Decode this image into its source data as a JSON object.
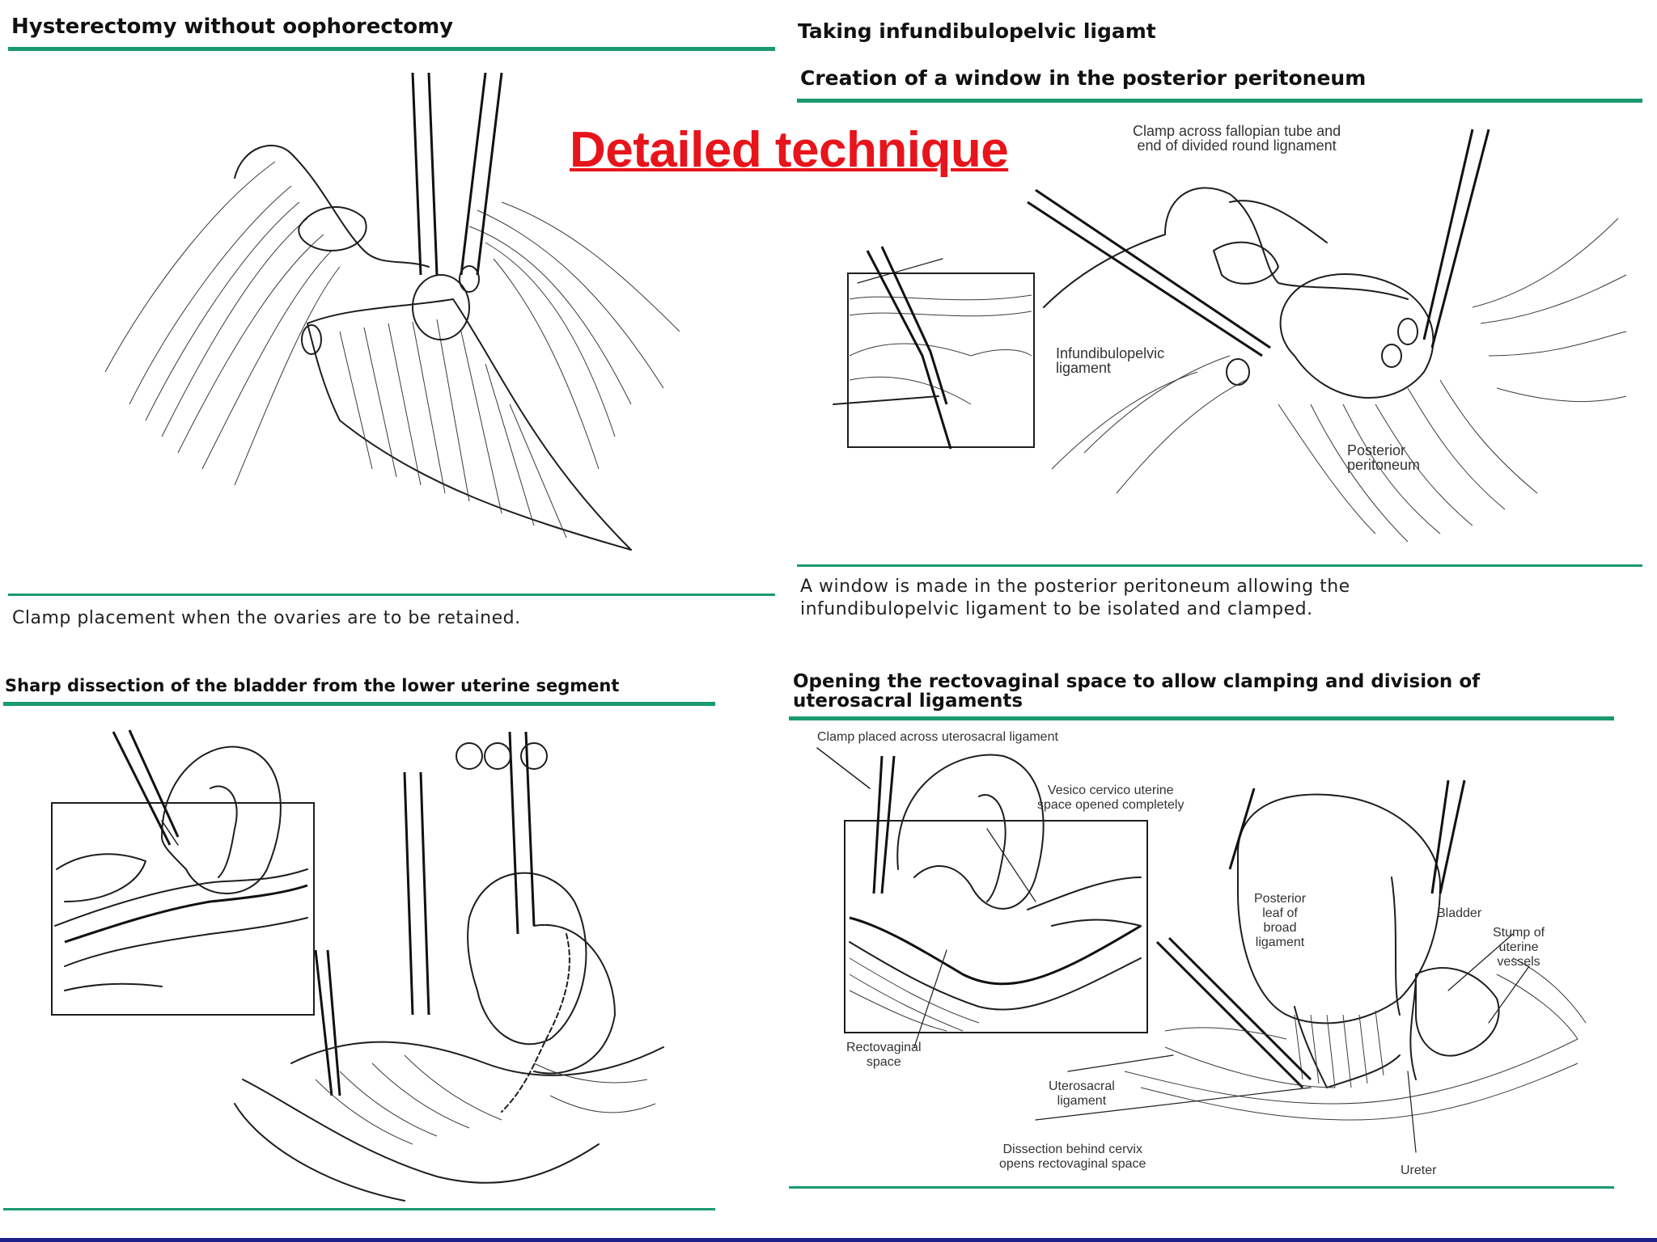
{
  "overlay_title": "Detailed technique",
  "panels": {
    "top_left": {
      "title": "Hysterectomy without oophorectomy",
      "caption": "Clamp placement when the ovaries are to be retained."
    },
    "top_right": {
      "title_line1": "Taking infundibulopelvic ligamt",
      "title_line2": "Creation of a window in the posterior peritoneum",
      "labels": {
        "clamp_across": "Clamp across fallopian tube and\nend of divided round lignament",
        "ip_ligament": "Infundibulopelvic\nligament",
        "posterior_peritoneum": "Posterior\nperitoneum"
      },
      "caption_line1": "A window is made in the posterior peritoneum allowing the",
      "caption_line2": "infundibulopelvic ligament to be isolated and clamped."
    },
    "bottom_left": {
      "title": "Sharp dissection of the bladder from the lower uterine segment"
    },
    "bottom_right": {
      "title_line1": "Opening the rectovaginal space to allow clamping and division of",
      "title_line2": "uterosacral ligaments",
      "labels": {
        "clamp_uterosacral": "Clamp placed across uterosacral ligament",
        "vesico": "Vesico cervico uterine\nspace opened completely",
        "posterior_leaf": "Posterior\nleaf of\nbroad\nligament",
        "bladder": "Bladder",
        "stump": "Stump of\nuterine\nvessels",
        "rectovaginal": "Rectovaginal\nspace",
        "uterosacral": "Uterosacral\nligament",
        "dissection": "Dissection behind cervix\nopens rectovaginal space",
        "ureter": "Ureter"
      }
    }
  }
}
